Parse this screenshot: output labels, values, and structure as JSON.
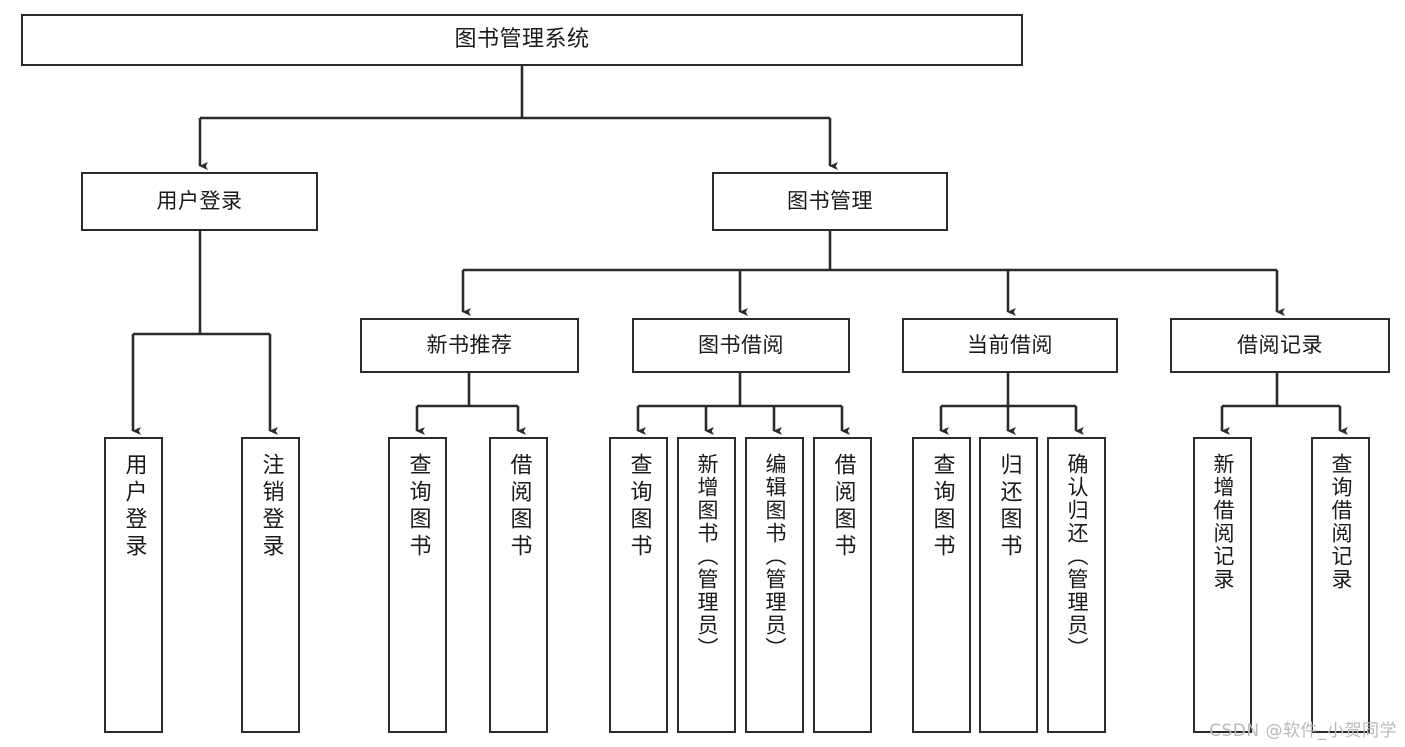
{
  "diagram": {
    "title": "图书管理系统",
    "watermark": "CSDN @软件_小贺同学",
    "line_color": "#2b2b2b",
    "box_fill": "#ffffff",
    "text_color": "#1a1a1a",
    "levels": {
      "root": {
        "label": "图书管理系统"
      },
      "level2": [
        {
          "label": "用户登录"
        },
        {
          "label": "图书管理"
        }
      ],
      "level3": [
        {
          "label": "新书推荐"
        },
        {
          "label": "图书借阅"
        },
        {
          "label": "当前借阅"
        },
        {
          "label": "借阅记录"
        }
      ],
      "leaves": {
        "user_login": [
          {
            "label": "用户登录"
          },
          {
            "label": "注销登录"
          }
        ],
        "new_book_recommend": [
          {
            "label": "查询图书"
          },
          {
            "label": "借阅图书"
          }
        ],
        "book_borrow": [
          {
            "label": "查询图书"
          },
          {
            "label": "新增图书（管理员）"
          },
          {
            "label": "编辑图书（管理员）"
          },
          {
            "label": "借阅图书"
          }
        ],
        "current_borrow": [
          {
            "label": "查询图书"
          },
          {
            "label": "归还图书"
          },
          {
            "label": "确认归还（管理员）"
          }
        ],
        "borrow_record": [
          {
            "label": "新增借阅记录"
          },
          {
            "label": "查询借阅记录"
          }
        ]
      }
    }
  }
}
